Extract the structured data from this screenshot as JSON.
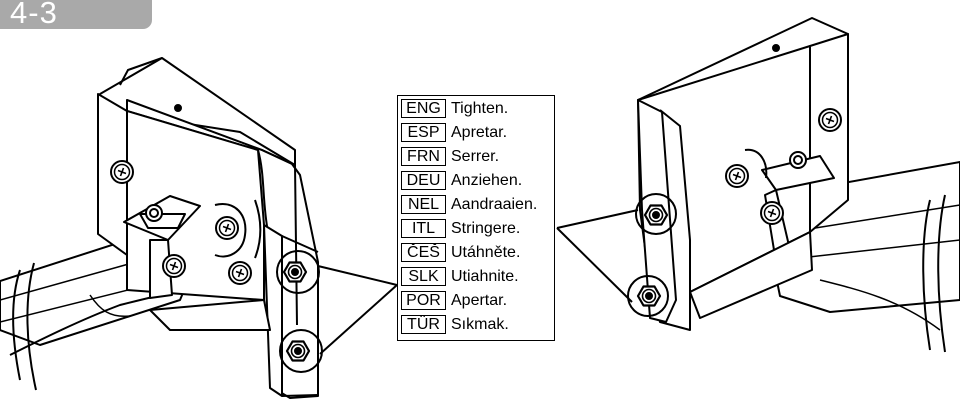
{
  "step": {
    "label": "4-3"
  },
  "legend": {
    "rows": [
      {
        "code": "ENG",
        "text": "Tighten."
      },
      {
        "code": "ESP",
        "text": "Apretar."
      },
      {
        "code": "FRN",
        "text": "Serrer."
      },
      {
        "code": "DEU",
        "text": "Anziehen."
      },
      {
        "code": "NEL",
        "text": "Aandraaien."
      },
      {
        "code": "ITL",
        "text": "Stringere."
      },
      {
        "code": "ČEŠ",
        "text": "Utáhněte."
      },
      {
        "code": "SLK",
        "text": "Utiahnite."
      },
      {
        "code": "POR",
        "text": "Apertar."
      },
      {
        "code": "TÜR",
        "text": "Sıkmak."
      }
    ]
  }
}
